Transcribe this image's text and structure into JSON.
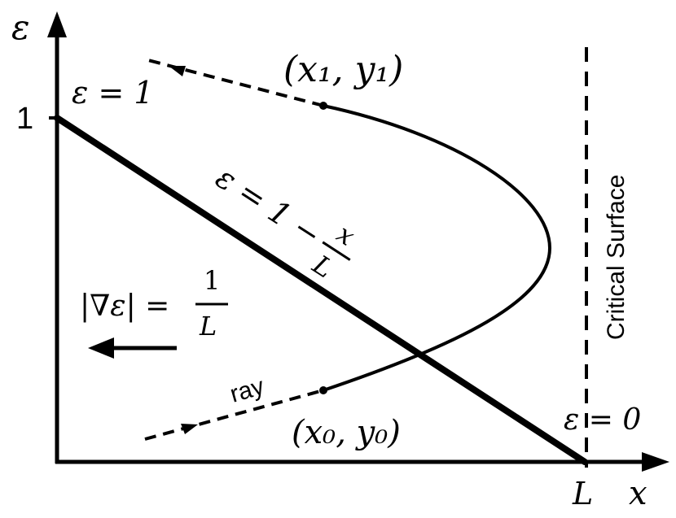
{
  "axes": {
    "y_axis_label": "ε",
    "x_axis_label": "x",
    "y_tick_label": "1",
    "x_tick_label": "L"
  },
  "labels": {
    "epsilon_top": "ε = 1",
    "epsilon_bottom": "ε = 0",
    "line_eq_lhs": "ε = 1 −",
    "line_eq_num": "x",
    "line_eq_den": "L",
    "gradient_lhs": "|∇ε| =",
    "gradient_num": "1",
    "gradient_den": "L",
    "ray": "ray",
    "critical_surface": "Critical Surface",
    "point_start": "(x₀, y₀)",
    "point_end": "(x₁, y₁)"
  },
  "colors": {
    "stroke": "#000000",
    "background": "#ffffff"
  }
}
